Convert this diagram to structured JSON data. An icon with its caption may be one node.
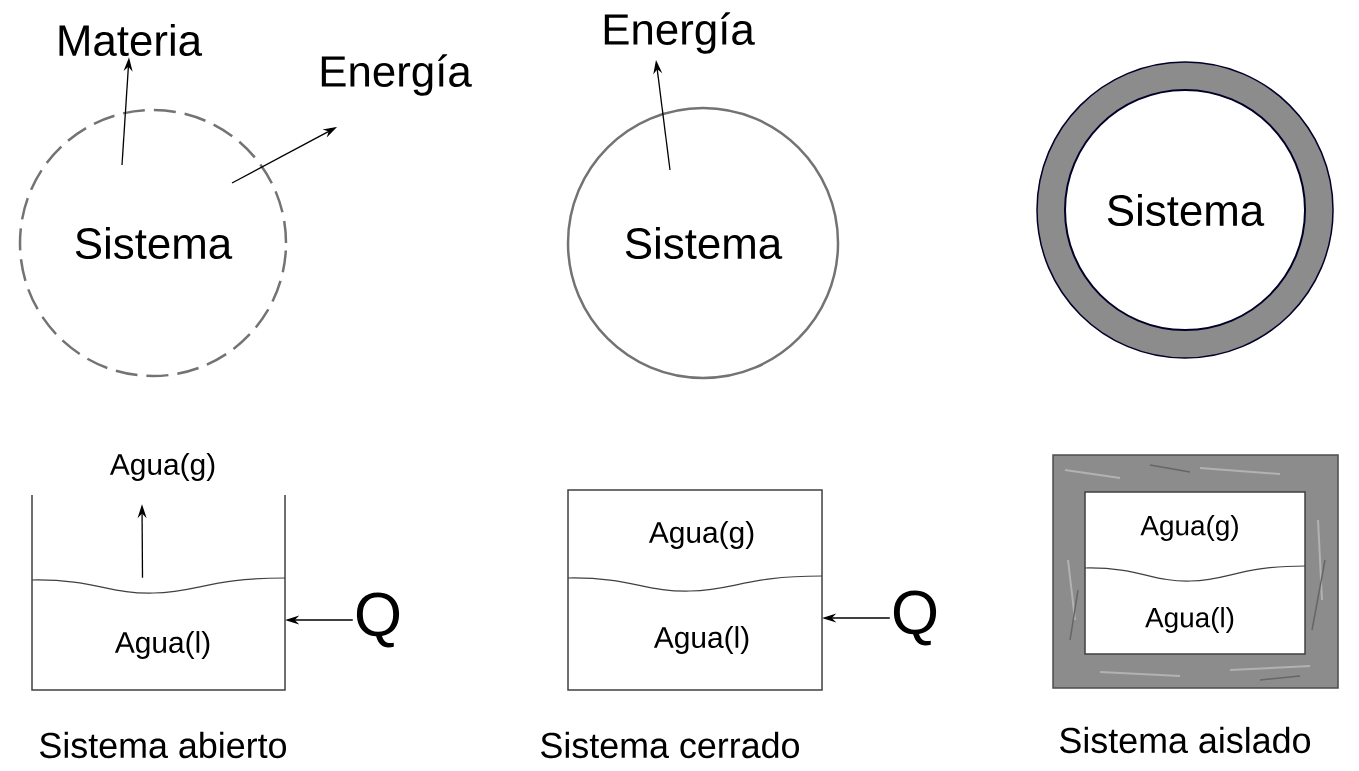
{
  "diagram": {
    "nodes": [
      {
        "text": [
          "Sistema"
        ]
      },
      {
        "text": [
          "Materia"
        ]
      },
      {
        "text": [
          "Energía"
        ]
      },
      {
        "text": [
          "Sistema"
        ]
      },
      {
        "text": [
          "Energía"
        ]
      },
      {
        "text": [
          "Sistema"
        ]
      },
      {
        "text": [
          "Agua(l)"
        ]
      },
      {
        "text": [
          "Agua(g)"
        ]
      },
      {
        "text": [
          "Q"
        ]
      },
      {
        "text": [
          "Agua(g)",
          "Agua(l)"
        ]
      },
      {
        "text": [
          "Q"
        ]
      },
      {
        "text": [],
        "shape": "box"
      },
      {
        "text": [
          "Agua(g)",
          "Agua(l)"
        ],
        "in": 11
      }
    ],
    "edges": [
      {
        "from": 0,
        "to": 1,
        "arrow": "to"
      },
      {
        "from": 0,
        "to": 2,
        "arrow": "to"
      },
      {
        "from": 3,
        "to": 4,
        "arrow": "to"
      },
      {
        "from": 6,
        "to": 7,
        "arrow": "to"
      },
      {
        "from": 8,
        "to": 6,
        "arrow": "to"
      },
      {
        "from": 10,
        "to": 9,
        "arrow": "to"
      }
    ],
    "labels": [
      "Sistema abierto",
      "Sistema cerrado",
      "Sistema aislado"
    ]
  }
}
